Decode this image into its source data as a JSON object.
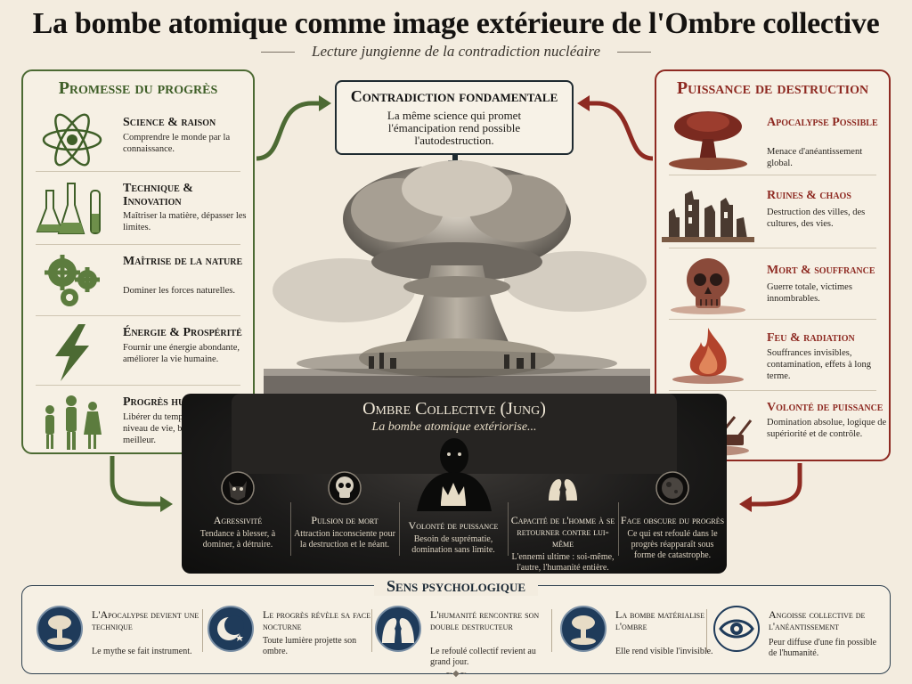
{
  "header": {
    "title": "La bombe atomique comme image extérieure de l'Ombre collective",
    "subtitle": "Lecture jungienne de la contradiction nucléaire"
  },
  "left_panel": {
    "title": "Promesse du progrès",
    "items": [
      {
        "title": "Science & raison",
        "desc": "Comprendre le monde par la connaissance.",
        "icon": "atom-icon"
      },
      {
        "title": "Technique & Innovation",
        "desc": "Maîtriser la matière, dépasser les limites.",
        "icon": "flask-icon"
      },
      {
        "title": "Maîtrise de la nature",
        "desc": "Dominer les forces naturelles.",
        "icon": "gears-icon"
      },
      {
        "title": "Énergie & Prospérité",
        "desc": "Fournir une énergie abondante, améliorer la vie humaine.",
        "icon": "lightning-icon"
      },
      {
        "title": "Progrès humain",
        "desc": "Libérer du temps, élever le niveau de vie, bâtir un avenir meilleur.",
        "icon": "family-icon"
      }
    ]
  },
  "right_panel": {
    "title": "Puissance de destruction",
    "items": [
      {
        "title": "Apocalypse Possible",
        "desc": "Menace d'anéantissement global.",
        "icon": "mushroom-cloud-icon"
      },
      {
        "title": "Ruines & chaos",
        "desc": "Destruction des villes, des cultures, des vies.",
        "icon": "ruins-icon"
      },
      {
        "title": "Mort & souffrance",
        "desc": "Guerre totale, victimes innombrables.",
        "icon": "skull-icon"
      },
      {
        "title": "Feu & radiation",
        "desc": "Souffrances invisibles, contamination, effets à long terme.",
        "icon": "fire-icon"
      },
      {
        "title": "Volonté de puissance",
        "desc": "Domination absolue, logique de supériorité et de contrôle.",
        "icon": "artillery-icon"
      }
    ]
  },
  "contradiction": {
    "title": "Contradiction fondamentale",
    "text": "La même science qui promet l'émancipation rend possible l'autodestruction."
  },
  "shadow": {
    "title": "Ombre Collective (Jung)",
    "subtitle": "La bombe atomique extériorise...",
    "items": [
      {
        "title": "Agressivité",
        "desc": "Tendance à blesser, à dominer, à détruire.",
        "icon": "demon-mask-icon"
      },
      {
        "title": "Pulsion de mort",
        "desc": "Attraction inconsciente pour la destruction et le néant.",
        "icon": "skull-icon"
      },
      {
        "title": "Volonté de puissance",
        "desc": "Besoin de suprématie, domination sans limite.",
        "icon": "crown-icon"
      },
      {
        "title": "Capacité de l'homme à se retourner contre lui-même",
        "desc": "L'ennemi ultime : soi-même, l'autre, l'humanité entière.",
        "icon": "two-faces-icon"
      },
      {
        "title": "Face obscure du progrès",
        "desc": "Ce qui est refoulé dans le progrès réapparaît sous forme de catastrophe.",
        "icon": "dark-moon-icon"
      }
    ]
  },
  "banner": {
    "title": "Sens psychologique",
    "items": [
      {
        "title": "L'Apocalypse devient une technique",
        "desc": "Le mythe se fait instrument.",
        "icon": "mushroom-cloud-icon"
      },
      {
        "title": "Le progrès révèle sa face nocturne",
        "desc": "Toute lumière projette son ombre.",
        "icon": "moon-stars-icon"
      },
      {
        "title": "L'humanité rencontre son double destructeur",
        "desc": "Le refoulé collectif revient au grand jour.",
        "icon": "two-faces-icon"
      },
      {
        "title": "La bombe matérialise l'ombre",
        "desc": "Elle rend visible l'invisible.",
        "icon": "mushroom-cloud-icon"
      },
      {
        "title": "Angoisse collective de l'anéantissement",
        "desc": "Peur diffuse d'une fin possible de l'humanité.",
        "icon": "eye-icon"
      }
    ]
  },
  "colors": {
    "progress_green": "#4c6a33",
    "destruction_red": "#8e2a22",
    "shadow_dark": "#1c1b1a",
    "banner_blue": "#1f3b5a",
    "paper": "#f3ecdf"
  }
}
